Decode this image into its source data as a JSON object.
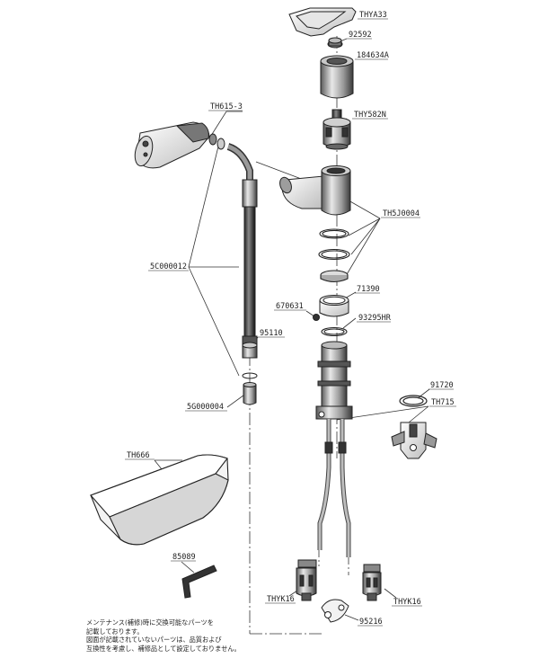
{
  "labels": {
    "thya33": "THYA33",
    "p92592": "92592",
    "p184634a": "184634A",
    "thy582n": "THY582N",
    "th615_3": "TH615-3",
    "th5j0004": "TH5J0004",
    "p5c000012": "5C000012",
    "p670631": "670631",
    "p71390": "71390",
    "p93295hr": "93295HR",
    "p95110": "95110",
    "p5g000004": "5G000004",
    "p91720": "91720",
    "th715": "TH715",
    "th666": "TH666",
    "p85089": "85089",
    "thyk16_left": "THYK16",
    "thyk16_right": "THYK16",
    "p95216": "95216"
  },
  "note": {
    "line1": "メンテナンス(補修)時に交換可能なパーツを",
    "line2": "記載しております。",
    "line3": "図面が記載されていないパーツは、品質および",
    "line4": "互換性を考慮し、補修品として設定しておりません。"
  }
}
